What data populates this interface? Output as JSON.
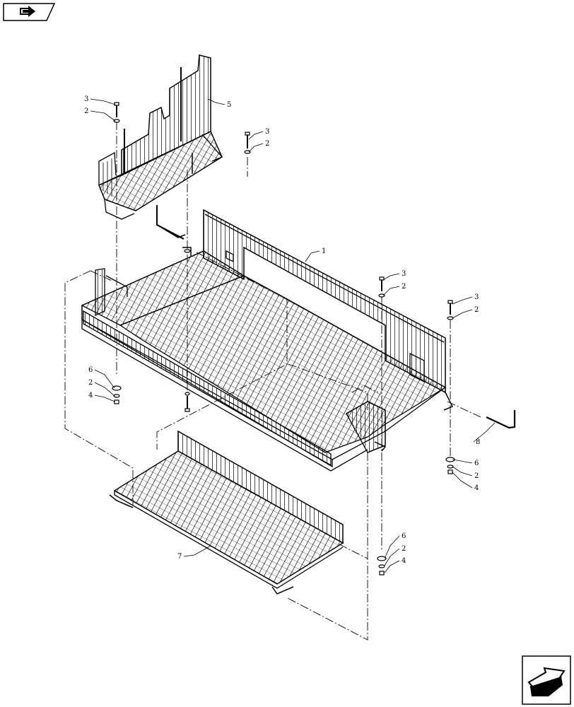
{
  "callouts": [
    {
      "id": "c3a",
      "text": "3"
    },
    {
      "id": "c2a",
      "text": "2"
    },
    {
      "id": "c5",
      "text": "5"
    },
    {
      "id": "c3b",
      "text": "3"
    },
    {
      "id": "c2b",
      "text": "2"
    },
    {
      "id": "c1",
      "text": "1"
    },
    {
      "id": "c3c",
      "text": "3"
    },
    {
      "id": "c2c",
      "text": "2"
    },
    {
      "id": "c3d",
      "text": "3"
    },
    {
      "id": "c2d",
      "text": "2"
    },
    {
      "id": "c6a",
      "text": "6"
    },
    {
      "id": "c2e",
      "text": "2"
    },
    {
      "id": "c4a",
      "text": "4"
    },
    {
      "id": "c8",
      "text": "8"
    },
    {
      "id": "c6b",
      "text": "6"
    },
    {
      "id": "c2f",
      "text": "2"
    },
    {
      "id": "c4b",
      "text": "4"
    },
    {
      "id": "c7",
      "text": "7"
    },
    {
      "id": "c6c",
      "text": "6"
    },
    {
      "id": "c2g",
      "text": "2"
    },
    {
      "id": "c4c",
      "text": "4"
    }
  ],
  "icons": {
    "top_left": "previous-page-icon",
    "bottom_right": "next-page-icon"
  }
}
